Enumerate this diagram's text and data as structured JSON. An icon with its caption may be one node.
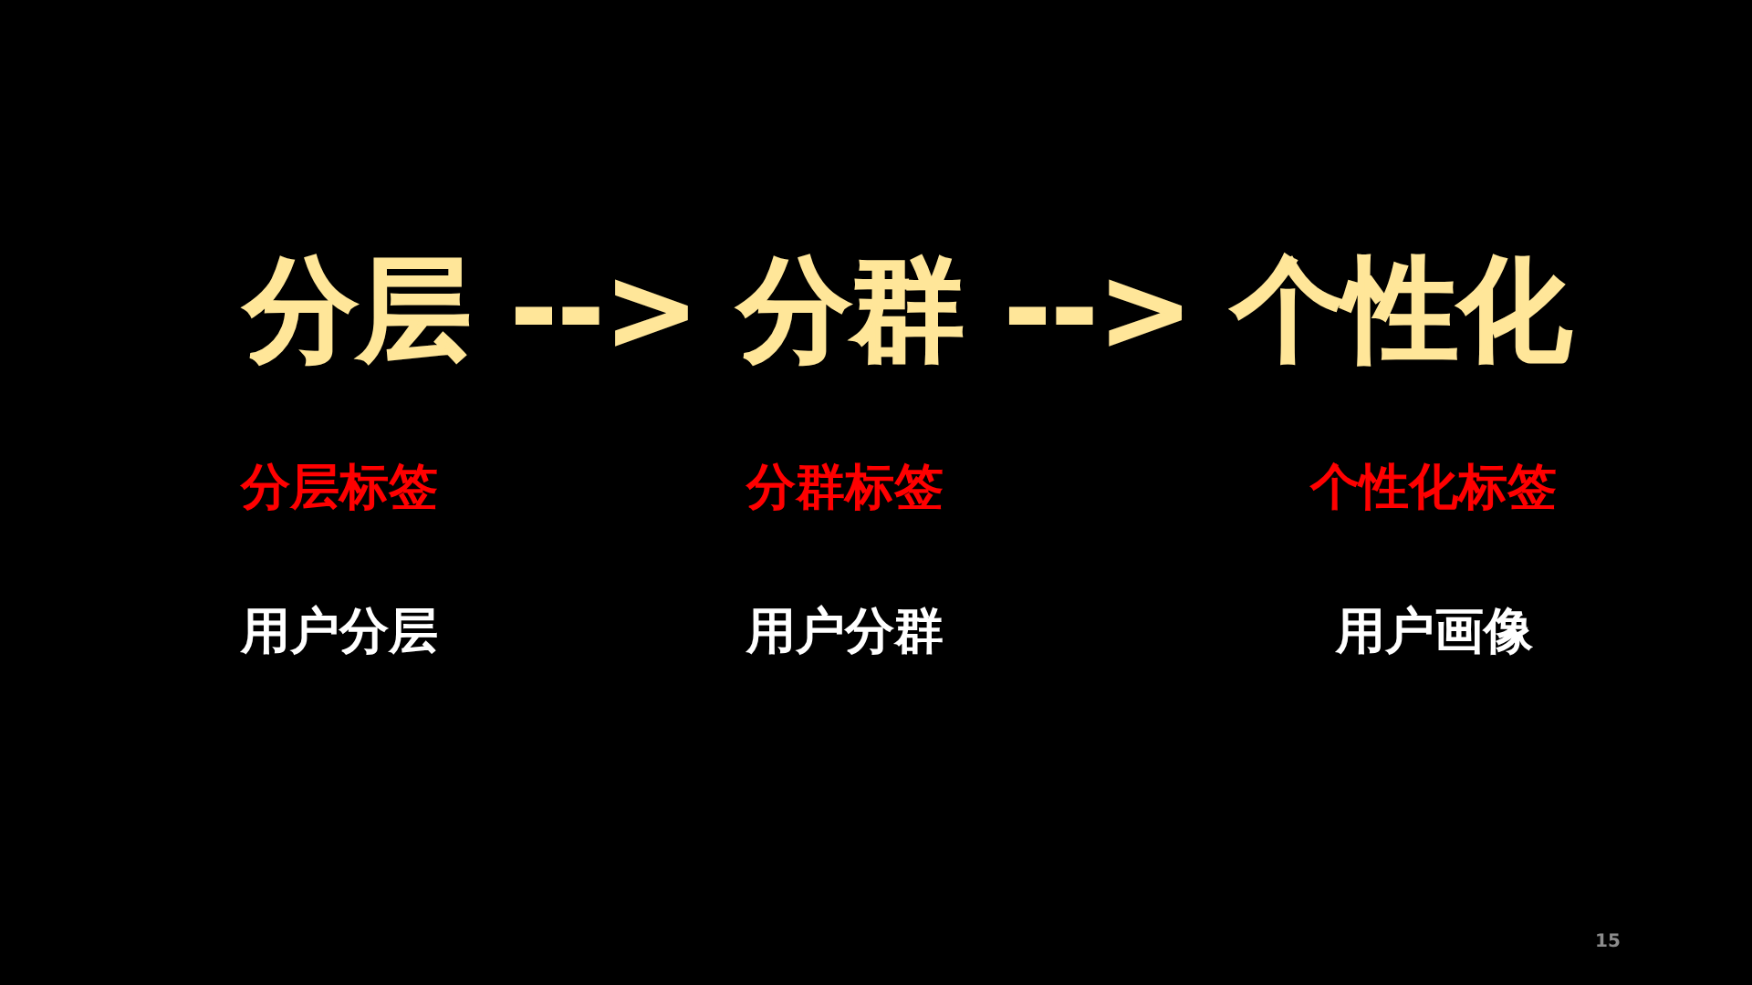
{
  "diagram": {
    "title": "分层 --> 分群 --> 个性化",
    "labels": [
      "分层标签",
      "分群标签",
      "个性化标签",
      "用户分层",
      "用户分群",
      "用户画像",
      "15"
    ]
  }
}
